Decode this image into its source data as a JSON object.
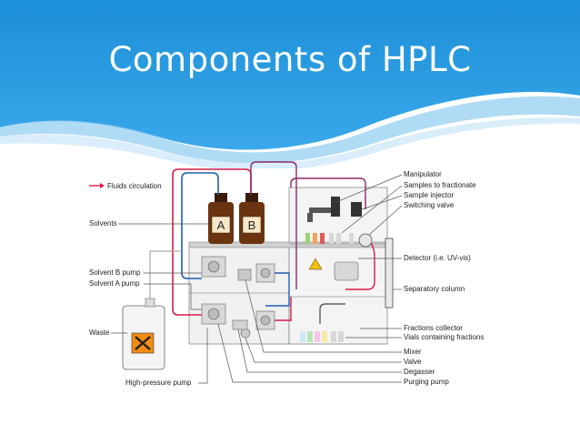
{
  "slide": {
    "title": "Components of HPLC"
  },
  "legend": {
    "fluids_circulation": "Fluids circulation"
  },
  "labels_left": {
    "solvents": "Solvents",
    "solvent_b_pump": "Solvent B pump",
    "solvent_a_pump": "Solvent A pump",
    "waste": "Waste",
    "high_pressure_pump": "High-pressure pump"
  },
  "labels_right": {
    "manipulator": "Manipulator",
    "samples_to_fractionate": "Samples to fractionate",
    "sample_injector": "Sample injector",
    "switching_valve": "Switching valve",
    "detector": "Detector (i.e. UV-vis)",
    "separatory_column": "Separatory column",
    "fractions_collector": "Fractions collector",
    "vials_containing_fractions": "Vials containing fractions",
    "mixer": "Mixer",
    "valve": "Valve",
    "degasser": "Degasser",
    "purging_pump": "Purging pump"
  },
  "bottles": {
    "a": "A",
    "b": "B"
  },
  "colors": {
    "header_blue": "#2a9be0",
    "flow_red": "#d81b4a",
    "flow_blue": "#1f5fb4",
    "bottle_brown": "#6b3410",
    "purple": "#8a2a6e"
  },
  "icons": {
    "waste_hazard": "hazard-x-icon",
    "detector_warning": "warning-triangle-icon"
  }
}
